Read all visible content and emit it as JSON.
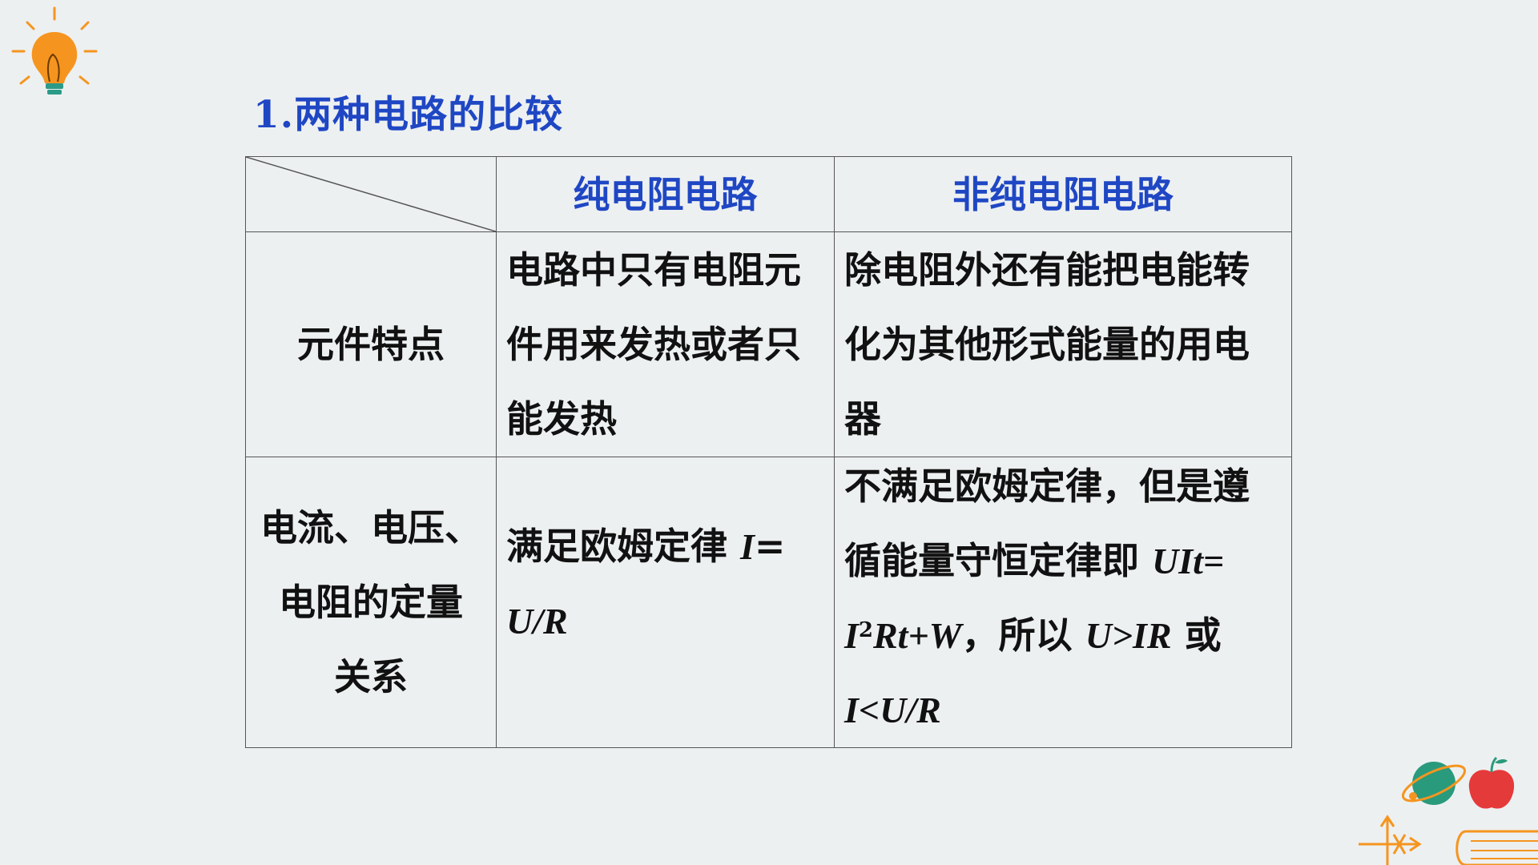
{
  "title": "1.两种电路的比较",
  "table": {
    "headers": [
      "",
      "纯电阻电路",
      "非纯电阻电路"
    ],
    "rows": [
      {
        "label_lines": [
          "元件特点"
        ],
        "pure_lines": [
          "电路中只有电阻元",
          "件用来发热或者只",
          "能发热"
        ],
        "nonpure_lines": [
          "除电阻外还有能把电能转",
          "化为其他形式能量的用电",
          "器"
        ]
      },
      {
        "label_lines": [
          "电流、电压、",
          "电阻的定量",
          "关系"
        ],
        "pure_text": "满足欧姆定律",
        "pure_formula_i": "I",
        "pure_formula_eq": "=",
        "pure_formula_ur": "U/R",
        "nonpure_line1": "不满足欧姆定律，但是遵",
        "nonpure_line2_text": "循能量守恒定律即",
        "nonpure_line2_formula": "UIt=",
        "nonpure_line3_i": "I",
        "nonpure_line3_sup": "2",
        "nonpure_line3_rest": "Rt+W",
        "nonpure_line3_text": "，所以",
        "nonpure_line3_formula": "U>IR",
        "nonpure_line3_or": "或",
        "nonpure_line4": "I<U/R"
      }
    ]
  },
  "icons": {
    "bulb": "lightbulb-icon",
    "deco": "science-decoration-icon"
  },
  "colors": {
    "accent": "#1f47c4",
    "background": "#edf0f1",
    "bulb": "#f5951f"
  }
}
